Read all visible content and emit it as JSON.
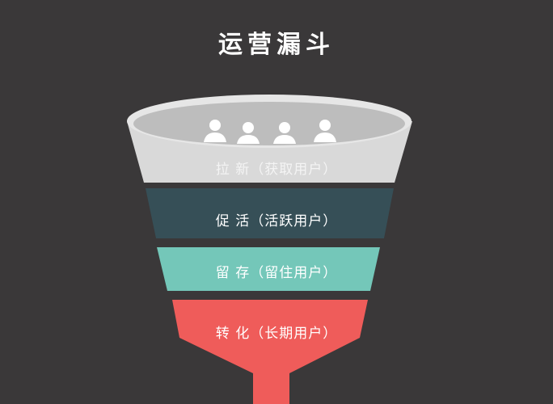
{
  "title": "运营漏斗",
  "stages": [
    {
      "label": "拉 新（获取用户）",
      "color": "#d6d6d6"
    },
    {
      "label": "促 活（活跃用户）",
      "color": "#364f57"
    },
    {
      "label": "留 存（留住用户）",
      "color": "#74c7b9"
    },
    {
      "label": "转 化（长期用户）",
      "color": "#ef5c5a"
    }
  ],
  "icons": [
    "user-icon",
    "user-icon",
    "user-icon",
    "user-icon"
  ]
}
